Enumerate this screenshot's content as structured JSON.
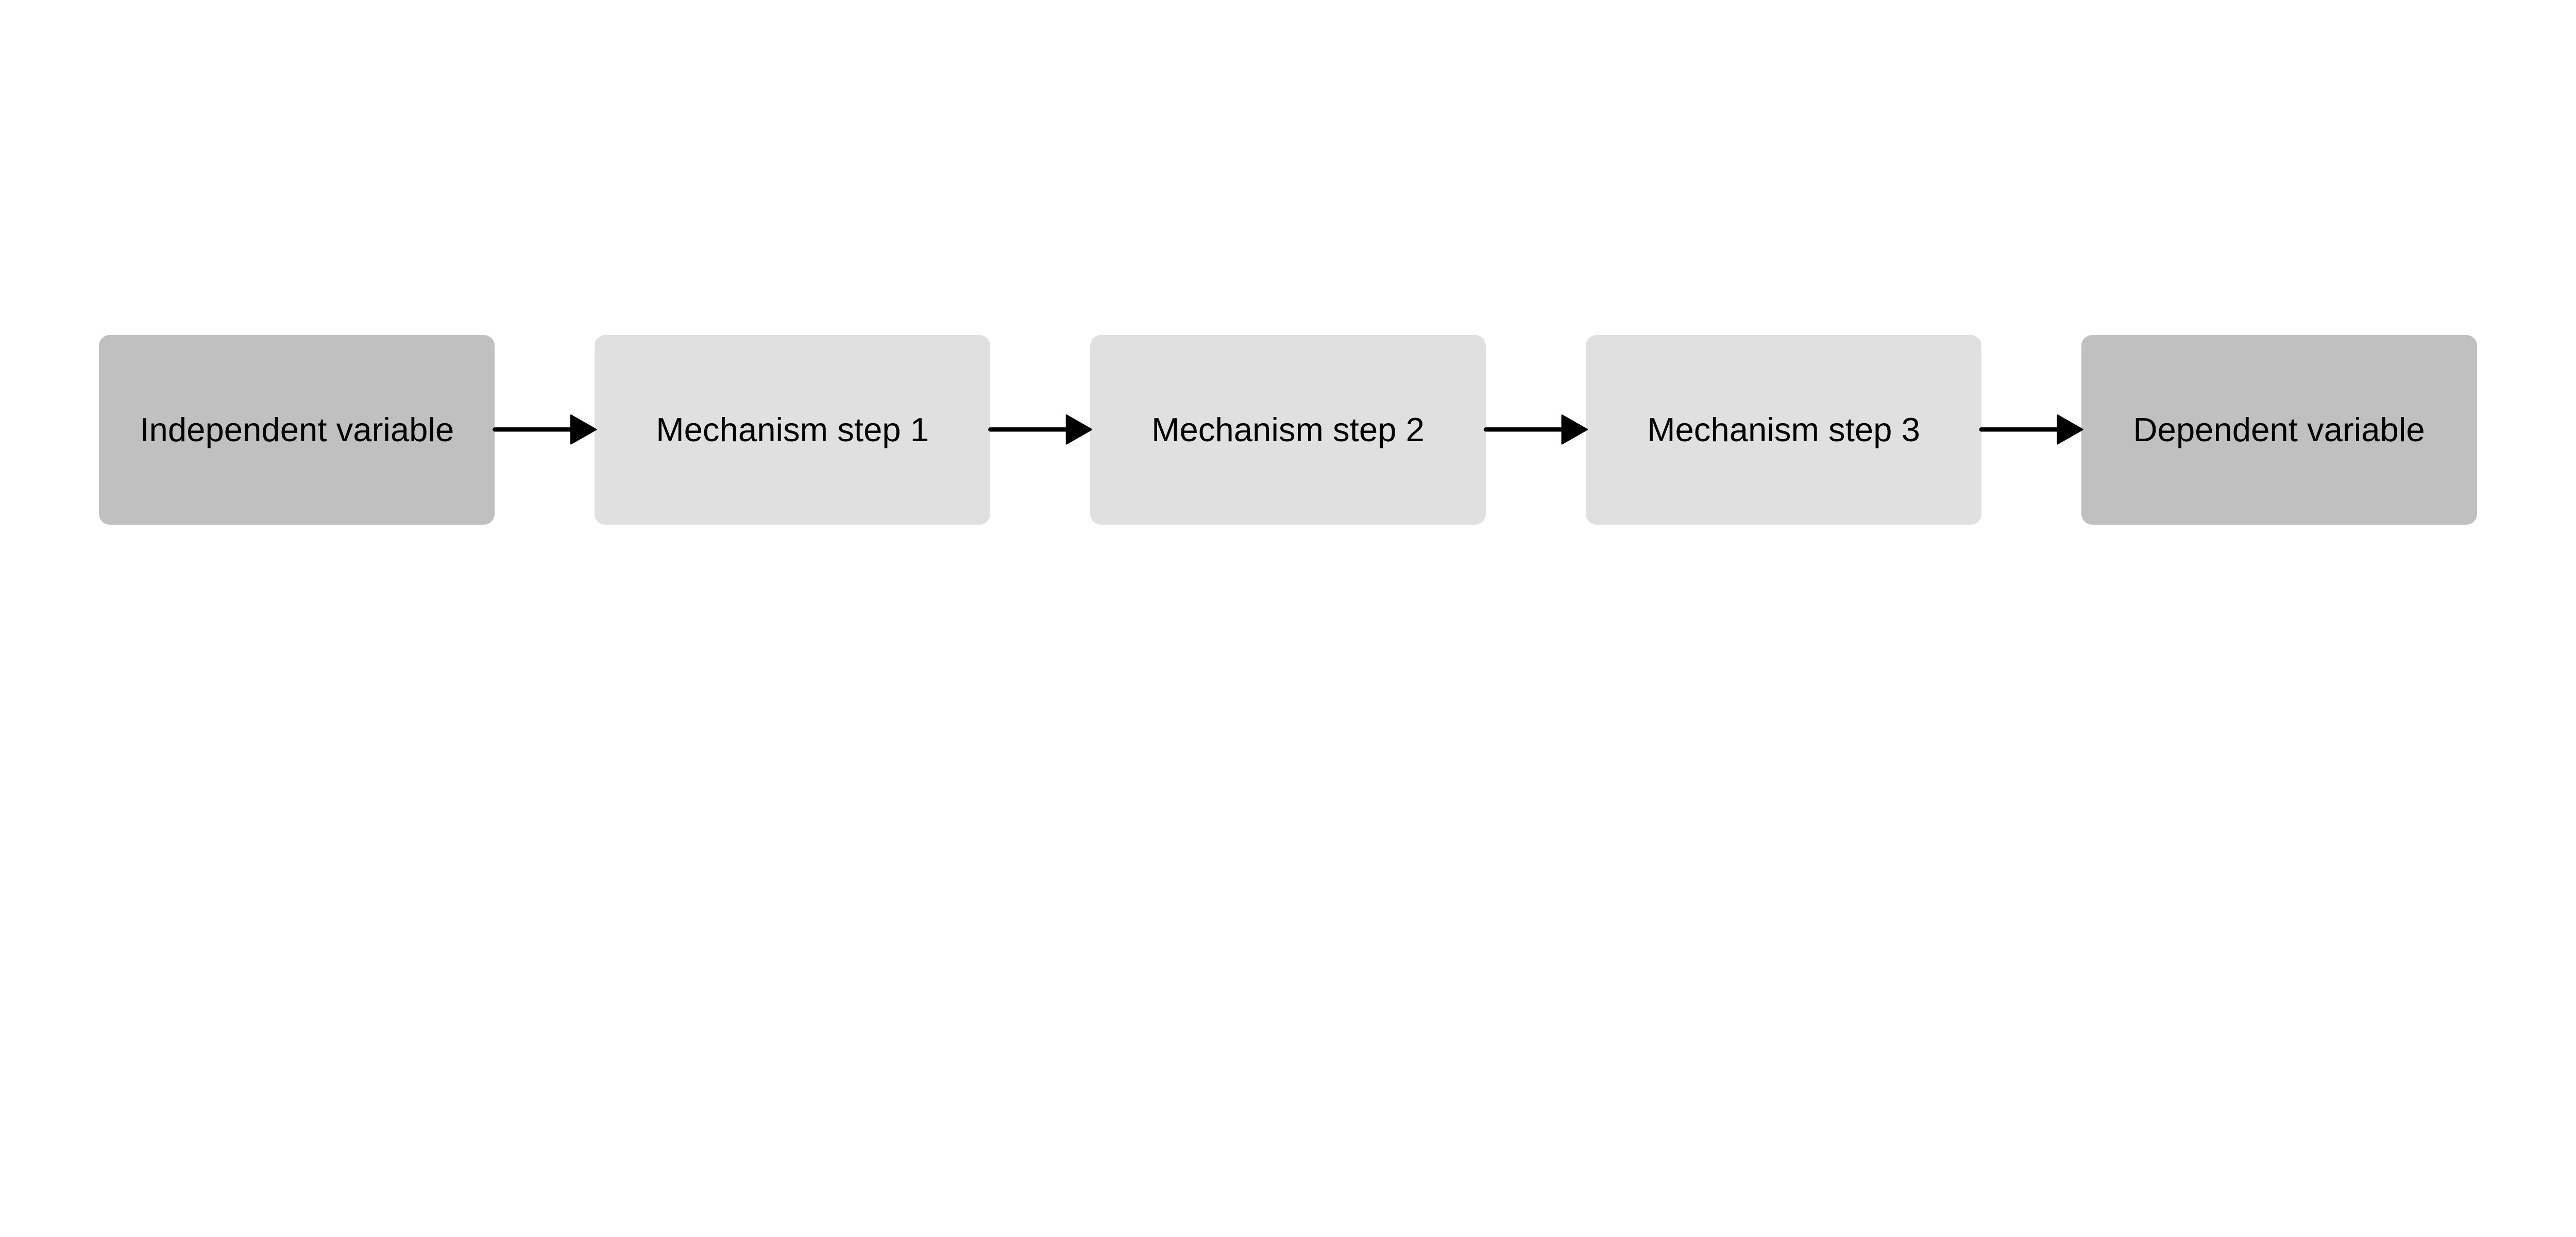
{
  "nodes": [
    {
      "label": "Independent variable",
      "fill": "#c0c0c0"
    },
    {
      "label": "Mechanism step 1",
      "fill": "#e0e0e0"
    },
    {
      "label": "Mechanism step 2",
      "fill": "#e0e0e0"
    },
    {
      "label": "Mechanism step 3",
      "fill": "#e0e0e0"
    },
    {
      "label": "Dependent variable",
      "fill": "#c0c0c0"
    }
  ],
  "edges": [
    {
      "from": "Independent variable",
      "to": "Mechanism step 1"
    },
    {
      "from": "Mechanism step 1",
      "to": "Mechanism step 2"
    },
    {
      "from": "Mechanism step 2",
      "to": "Mechanism step 3"
    },
    {
      "from": "Mechanism step 3",
      "to": "Dependent variable"
    }
  ],
  "colors": {
    "arrow": "#000000"
  }
}
